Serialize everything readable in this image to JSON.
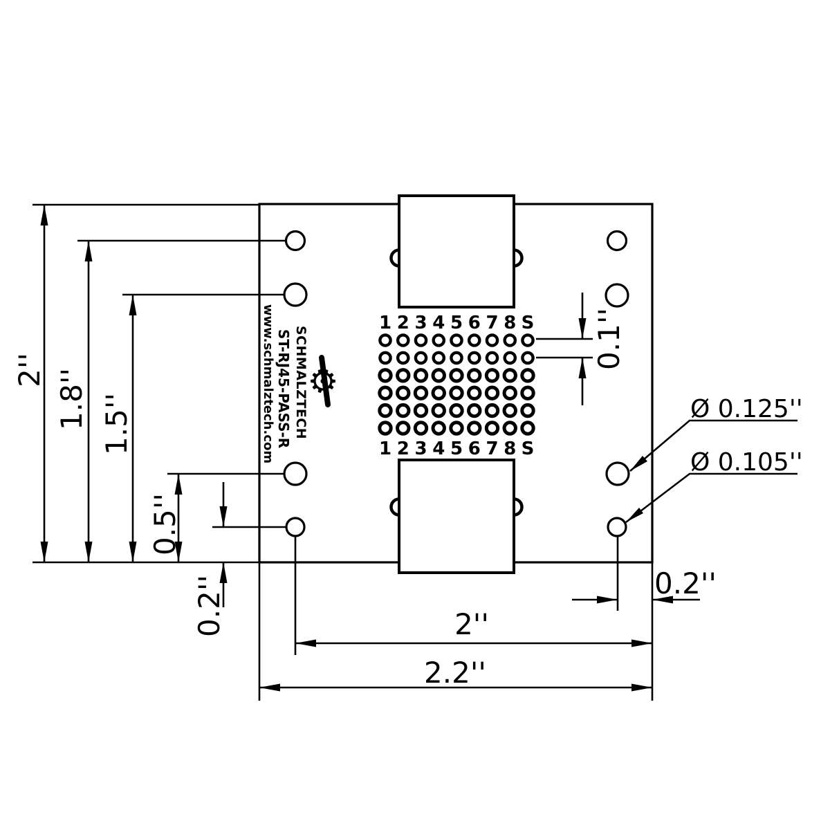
{
  "drawing": {
    "product": {
      "brand": "SCHMALZTECH",
      "part_number": "ST-RJ45-PASS-R",
      "website": "www.schmalztech.com",
      "logo_icon": "gear-icon",
      "logo_glyph": "⚙"
    },
    "grid": {
      "column_labels": [
        "1",
        "2",
        "3",
        "4",
        "5",
        "6",
        "7",
        "8",
        "S"
      ],
      "rows": 6
    },
    "dims": {
      "board_height": "2''",
      "top_hole_from_bottom": "1.8''",
      "second_hole_from_bottom": "1.5''",
      "lower_inner_hole": "0.5''",
      "lower_outer_hole": "0.2''",
      "pad_pitch": "0.1''",
      "holes_span_width": "2''",
      "board_width": "2.2''",
      "right_hole_to_edge": "0.2''"
    },
    "callouts": {
      "large_hole_dia": "Ø 0.125''",
      "small_hole_dia": "Ø 0.105''"
    },
    "colors": {
      "ink": "#000000",
      "paper": "#ffffff"
    }
  }
}
